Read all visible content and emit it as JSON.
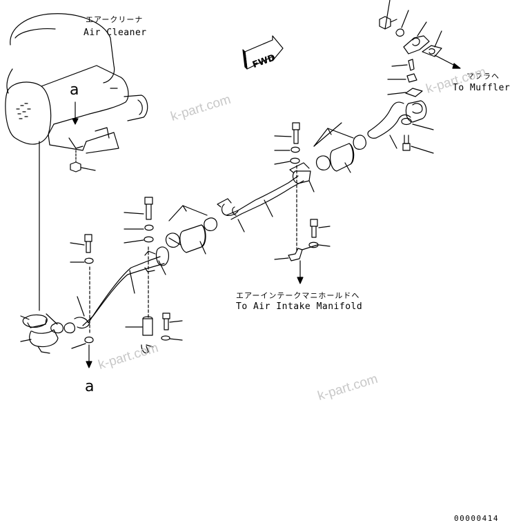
{
  "labels": {
    "air_cleaner_jp": "エアークリーナ",
    "air_cleaner_en": "Air Cleaner",
    "muffler_jp": "マフラヘ",
    "muffler_en": "To Muffler",
    "intake_jp": "エアーインテークマニホールドへ",
    "intake_en": "To Air Intake Manifold",
    "ref_a_top": "a",
    "ref_a_bottom": "a",
    "fwd": "FWD",
    "diagram_code": "00000414"
  },
  "watermark": "k-part.com",
  "colors": {
    "line": "#000000",
    "watermark": "#c8c8c8"
  }
}
